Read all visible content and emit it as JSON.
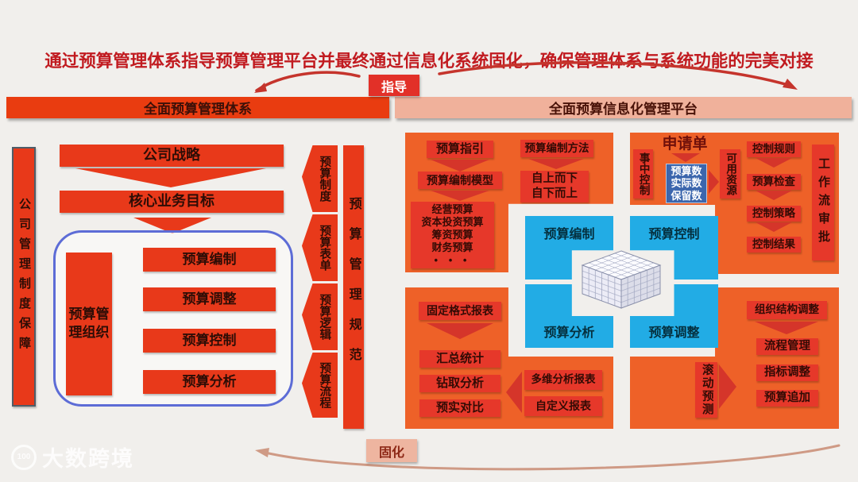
{
  "page": {
    "title": "通过预算管理体系指导预算管理平台并最终通过信息化系统固化，确保管理体系与系统功能的完美对接",
    "guide_label": "指导",
    "solidify_label": "固化",
    "watermark": "大数跨境",
    "watermark_logo": "100"
  },
  "colors": {
    "title_red": "#c11b20",
    "header_system": "#e93c10",
    "header_platform": "#f0b19b",
    "quadrant_orange": "#ee6128",
    "box_red": "#e6382a",
    "process_blue": "#22ace5",
    "numbers_blue": "#3b66ad",
    "salmon": "#eeb5a0",
    "background": "#f1efec"
  },
  "left": {
    "header": "全面预算管理体系",
    "guarantee": "公司管理制度保障",
    "strategy": "公司战略",
    "core_goal": "核心业务目标",
    "org": "预算管理组织",
    "bars": [
      "预算编制",
      "预算调整",
      "预算控制",
      "预算分析"
    ],
    "chevrons": [
      "预算制度",
      "预算表单",
      "预算逻辑",
      "预算流程"
    ],
    "standard": "预算管理规范"
  },
  "platform": {
    "header": "全面预算信息化管理平台",
    "compile": {
      "guide": "预算指引",
      "model": "预算编制模型",
      "types": [
        "经营预算",
        "资本投资预算",
        "筹资预算",
        "财务预算",
        "• • •"
      ],
      "method": "预算编制方法",
      "directions": [
        "自上而下",
        "自下而上"
      ]
    },
    "control": {
      "title": "申请单",
      "in_process": "事中控制",
      "numbers": [
        "预算数",
        "实际数",
        "保留数"
      ],
      "resources": "可用资源",
      "flow": [
        "控制规则",
        "预算检查",
        "控制策略",
        "控制结果"
      ],
      "workflow": "工作流审批"
    },
    "analysis": {
      "fixed": "固定格式报表",
      "stats": [
        "汇总统计",
        "钻取分析",
        "预实对比"
      ],
      "reports": [
        "多维分析报表",
        "自定义报表"
      ]
    },
    "adjust": {
      "org_adjust": "组织结构调整",
      "items": [
        "流程管理",
        "指标调整",
        "预算追加"
      ],
      "rolling": "滚动预测"
    },
    "center": [
      "预算编制",
      "预算控制",
      "预算分析",
      "预算调整"
    ]
  }
}
